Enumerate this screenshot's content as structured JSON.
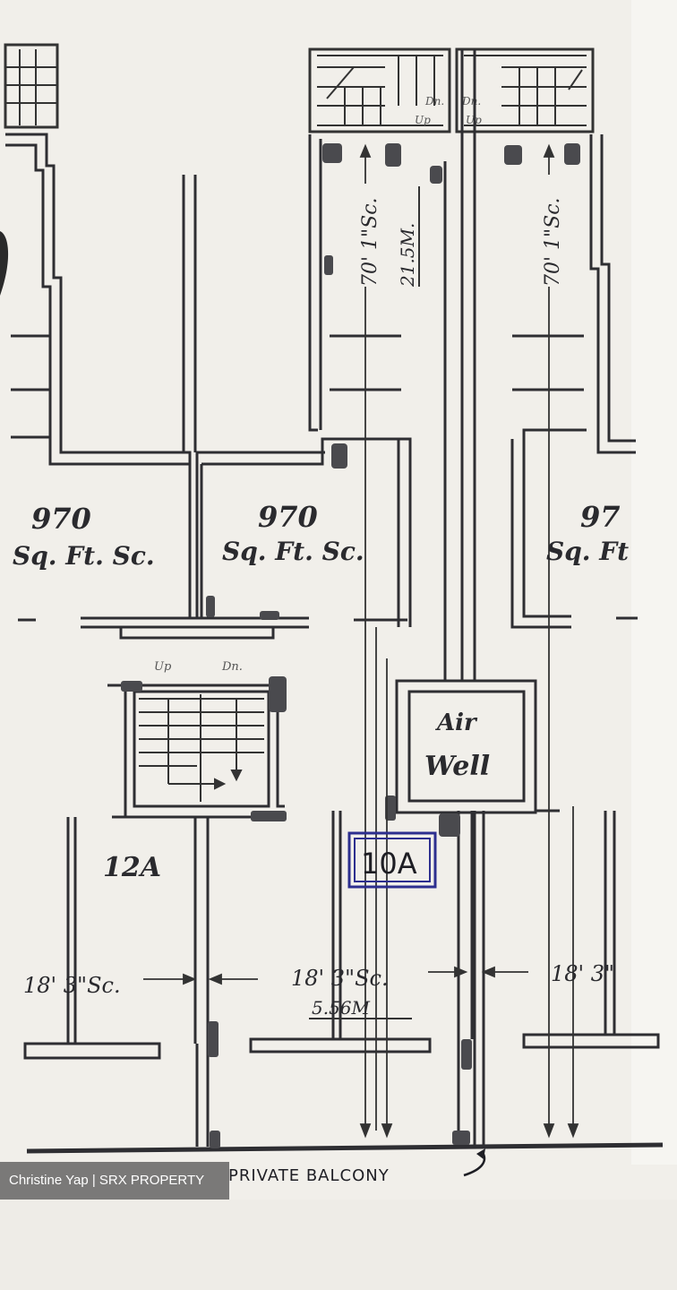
{
  "plan": {
    "units": [
      {
        "area": "970",
        "area_unit": "Sq. Ft. Sc."
      },
      {
        "area": "970",
        "area_unit": "Sq. Ft. Sc."
      },
      {
        "area": "97",
        "area_unit": "Sq. Ft"
      }
    ],
    "rear_dimension": "70' 1\"Sc.",
    "rear_dimension_metric": "21.5M.",
    "front_dimension": "18' 3\"Sc.",
    "front_dimension_metric": "5.56M",
    "front_dimension_partial": "18' 3\"",
    "air_well": [
      "Air",
      "Well"
    ],
    "unit_labels": {
      "left": "12A",
      "highlighted": "10A"
    },
    "stair_notes": {
      "dn": "Dn.",
      "up": "Up"
    },
    "balcony_note": "PRIVATE BALCONY",
    "highlight_color": "#2d2f8f",
    "ink_color": "#2a2a2e"
  },
  "watermark": {
    "text": "Christine Yap | SRX PROPERTY"
  }
}
